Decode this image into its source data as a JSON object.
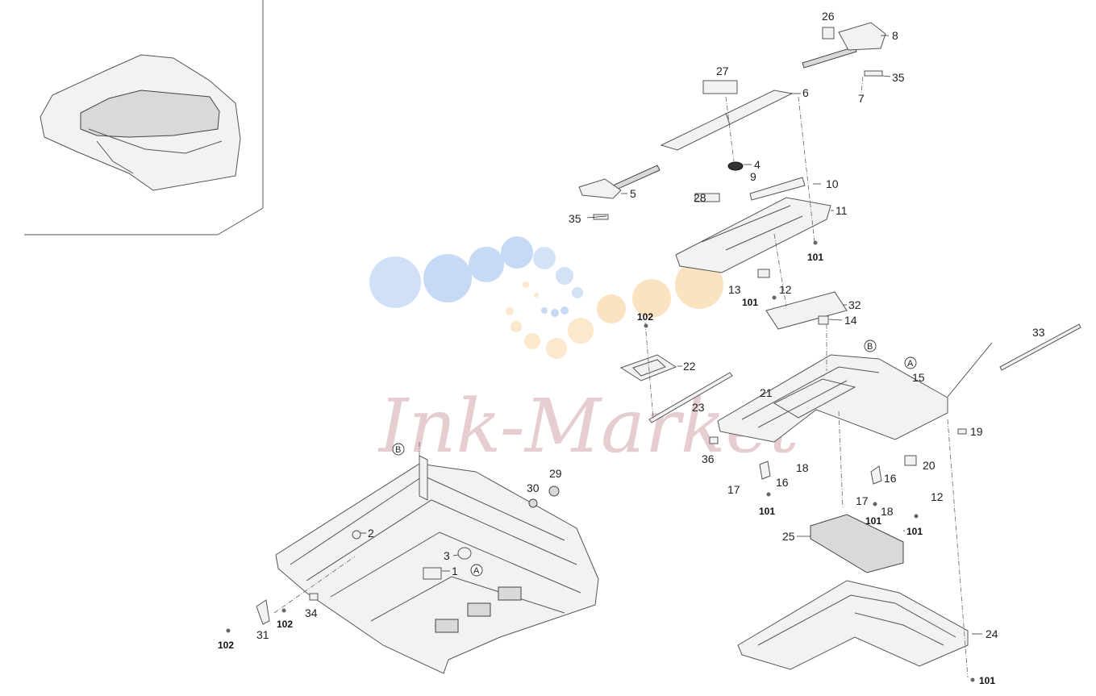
{
  "watermark": {
    "text": "Ink-Market"
  },
  "ring_marks": [
    {
      "id": "ring-b-top",
      "text": "B"
    },
    {
      "id": "ring-a-top",
      "text": "A"
    },
    {
      "id": "ring-b-left",
      "text": "B"
    },
    {
      "id": "ring-a-left",
      "text": "A"
    }
  ],
  "callouts": [
    {
      "id": "p1",
      "text": "1"
    },
    {
      "id": "p2",
      "text": "2"
    },
    {
      "id": "p3",
      "text": "3"
    },
    {
      "id": "p4",
      "text": "4"
    },
    {
      "id": "p5",
      "text": "5"
    },
    {
      "id": "p6",
      "text": "6"
    },
    {
      "id": "p7",
      "text": "7"
    },
    {
      "id": "p8",
      "text": "8"
    },
    {
      "id": "p9",
      "text": "9"
    },
    {
      "id": "p10",
      "text": "10"
    },
    {
      "id": "p11",
      "text": "11"
    },
    {
      "id": "p12a",
      "text": "12"
    },
    {
      "id": "p12b",
      "text": "12"
    },
    {
      "id": "p13",
      "text": "13"
    },
    {
      "id": "p14",
      "text": "14"
    },
    {
      "id": "p15",
      "text": "15"
    },
    {
      "id": "p16a",
      "text": "16"
    },
    {
      "id": "p16b",
      "text": "16"
    },
    {
      "id": "p17a",
      "text": "17"
    },
    {
      "id": "p17b",
      "text": "17"
    },
    {
      "id": "p18a",
      "text": "18"
    },
    {
      "id": "p18b",
      "text": "18"
    },
    {
      "id": "p19",
      "text": "19"
    },
    {
      "id": "p20",
      "text": "20"
    },
    {
      "id": "p21",
      "text": "21"
    },
    {
      "id": "p22",
      "text": "22"
    },
    {
      "id": "p23",
      "text": "23"
    },
    {
      "id": "p24",
      "text": "24"
    },
    {
      "id": "p25",
      "text": "25"
    },
    {
      "id": "p26",
      "text": "26"
    },
    {
      "id": "p27",
      "text": "27"
    },
    {
      "id": "p28",
      "text": "28"
    },
    {
      "id": "p29",
      "text": "29"
    },
    {
      "id": "p30",
      "text": "30"
    },
    {
      "id": "p31",
      "text": "31"
    },
    {
      "id": "p32",
      "text": "32"
    },
    {
      "id": "p33",
      "text": "33"
    },
    {
      "id": "p34",
      "text": "34"
    },
    {
      "id": "p35a",
      "text": "35"
    },
    {
      "id": "p35b",
      "text": "35"
    },
    {
      "id": "p36",
      "text": "36"
    }
  ],
  "screw_callouts": [
    {
      "id": "s101a",
      "text": "101"
    },
    {
      "id": "s101b",
      "text": "101"
    },
    {
      "id": "s101c",
      "text": "101"
    },
    {
      "id": "s101d",
      "text": "101"
    },
    {
      "id": "s101e",
      "text": "101"
    },
    {
      "id": "s101f",
      "text": "101"
    },
    {
      "id": "s102a",
      "text": "102"
    },
    {
      "id": "s102b",
      "text": "102"
    },
    {
      "id": "s102c",
      "text": "102"
    }
  ]
}
